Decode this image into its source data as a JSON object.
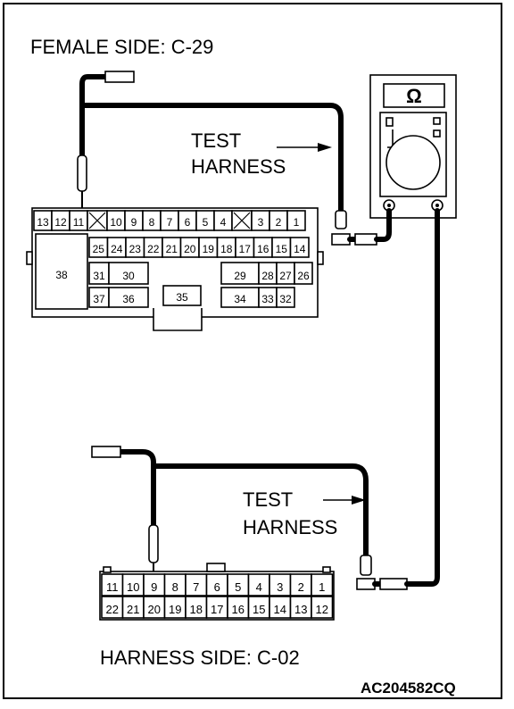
{
  "labels": {
    "female_side": "FEMALE SIDE: C-29",
    "harness_side": "HARNESS SIDE: C-02",
    "test_harness_1a": "TEST",
    "test_harness_1b": "HARNESS",
    "test_harness_2a": "TEST",
    "test_harness_2b": "HARNESS",
    "figure_code": "AC204582CQ"
  },
  "meter": {
    "display_symbol": "Ω"
  },
  "connector_c29": {
    "row1": [
      "13",
      "12",
      "11",
      "",
      "10",
      "9",
      "8",
      "7",
      "6",
      "5",
      "4",
      "",
      "3",
      "2",
      "1"
    ],
    "row2": [
      "25",
      "24",
      "23",
      "22",
      "21",
      "20",
      "19",
      "18",
      "17",
      "16",
      "15",
      "14"
    ],
    "row3_left": [
      "38",
      "31",
      "30"
    ],
    "row3_right": [
      "29",
      "28",
      "27",
      "26"
    ],
    "row4": [
      "37",
      "36",
      "35",
      "34",
      "33",
      "32"
    ]
  },
  "connector_c02": {
    "row1": [
      "11",
      "10",
      "9",
      "8",
      "7",
      "6",
      "5",
      "4",
      "3",
      "2",
      "1"
    ],
    "row2": [
      "22",
      "21",
      "20",
      "19",
      "18",
      "17",
      "16",
      "15",
      "14",
      "13",
      "12"
    ]
  }
}
